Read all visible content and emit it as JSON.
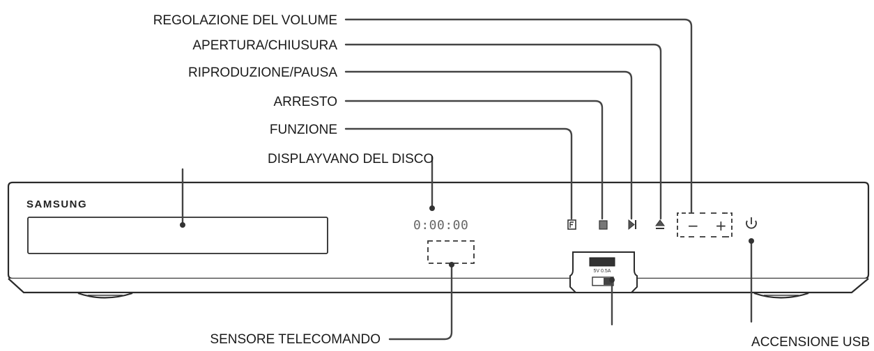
{
  "brand": "SAMSUNG",
  "display_digits": "0:00:00",
  "usb_port_label": "5V 0.5A",
  "callouts": {
    "volume": "REGOLAZIONE DEL VOLUME",
    "open_close": "APERTURA/CHIUSURA",
    "play_pause": "RIPRODUZIONE/PAUSA",
    "stop": "ARRESTO",
    "function": "FUNZIONE",
    "display_disc_tray": "DISPLAYVANO DEL DISCO",
    "remote_sensor": "SENSORE TELECOMANDO",
    "power_usb": "ACCENSIONE USB"
  },
  "colors": {
    "line": "#444444",
    "text": "#1a1a1a",
    "device_outline": "#2a2a2a"
  }
}
